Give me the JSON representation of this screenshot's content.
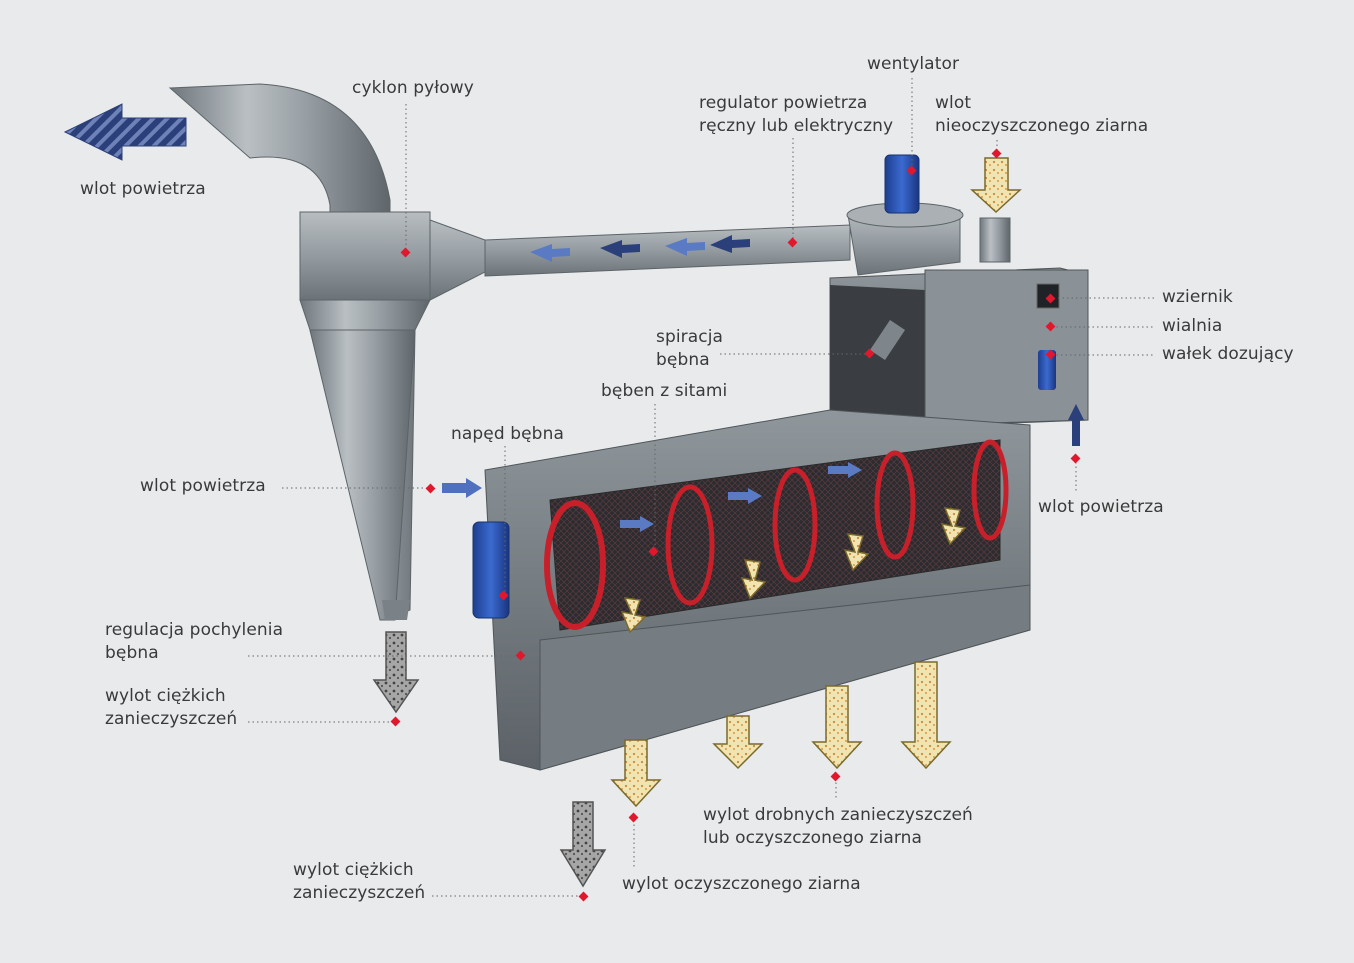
{
  "labels": {
    "air_inlet_top": "wlot powietrza",
    "dust_cyclone": "cyklon pyłowy",
    "fan": "wentylator",
    "air_regulator": [
      "regulator powietrza",
      "ręczny lub elektryczny"
    ],
    "grain_inlet": [
      "wlot",
      "nieoczyszczonego ziarna"
    ],
    "inspection_window": "wziernik",
    "winnower": "wialnia",
    "dosing_flap": "wałek dozujący",
    "drum_aspiration": [
      "spiracja",
      "bębna"
    ],
    "sieve_drum": "bęben z sitami",
    "drum_drive": "napęd bębna",
    "air_inlet_left": "wlot powietrza",
    "air_inlet_right": "wlot powietrza",
    "drum_tilt": [
      "regulacja pochylenia",
      "bębna"
    ],
    "heavy_outlet_cyclone": [
      "wylot ciężkich",
      "zanieczyszczeń"
    ],
    "fine_outlet": [
      "wylot drobnych zanieczyszczeń",
      "lub oczyszczonego ziarna"
    ],
    "clean_grain_outlet": "wylot oczyszczonego ziarna",
    "heavy_outlet_bottom": [
      "wylot ciężkich",
      "zanieczyszczeń"
    ]
  },
  "colors": {
    "background": "#e8eaec",
    "metal": "#9aa1a6",
    "airflow_arrow": "#2b3f7a",
    "grain_arrow": "#e8d79a",
    "heavy_arrow": "#8a8a8a",
    "marker": "#e0182d",
    "drum_ring": "#c8202a",
    "motor": "#2a58b8"
  },
  "icons": {
    "airflow": "arrow-icon",
    "grain_flow": "grain-arrow-icon",
    "heavy_flow": "debris-arrow-icon",
    "marker": "diamond-marker-icon"
  }
}
